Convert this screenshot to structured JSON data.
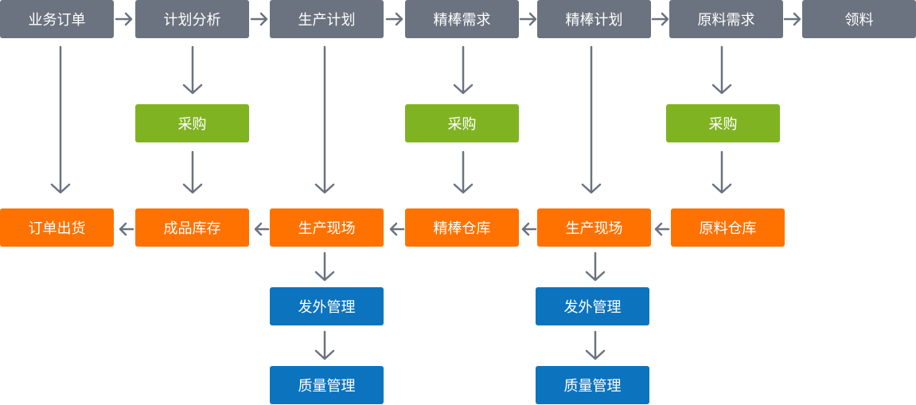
{
  "colors": {
    "process": "#6b7380",
    "purchase": "#80b321",
    "storage": "#ff7200",
    "management": "#0c74bf",
    "connector": "#6b7380"
  },
  "nodes": {
    "order": "业务订单",
    "plan_analysis": "计划分析",
    "production_plan": "生产计划",
    "rod_demand": "精棒需求",
    "rod_plan": "精棒计划",
    "material_demand": "原料需求",
    "requisition": "领料",
    "purchase_1": "采购",
    "purchase_2": "采购",
    "purchase_3": "采购",
    "order_shipping": "订单出货",
    "finished_stock": "成品库存",
    "production_site_1": "生产现场",
    "rod_warehouse": "精棒仓库",
    "production_site_2": "生产现场",
    "material_warehouse": "原料仓库",
    "outsourcing_1": "发外管理",
    "outsourcing_2": "发外管理",
    "quality_1": "质量管理",
    "quality_2": "质量管理"
  }
}
